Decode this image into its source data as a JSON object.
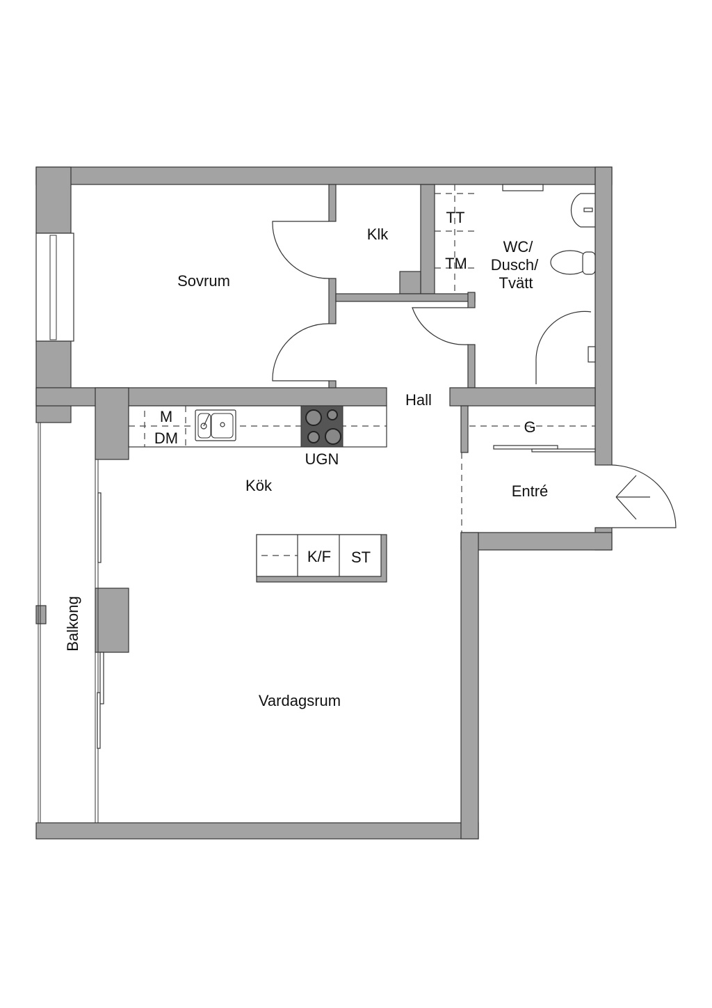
{
  "rooms": {
    "sovrum": "Sovrum",
    "klk": "Klk",
    "tt": "TT",
    "tm": "TM",
    "wc_line1": "WC/",
    "wc_line2": "Dusch/",
    "wc_line3": "Tvätt",
    "hall": "Hall",
    "m": "M",
    "dm": "DM",
    "ugn": "UGN",
    "kok": "Kök",
    "g": "G",
    "entre": "Entré",
    "kf": "K/F",
    "st": "ST",
    "balkong": "Balkong",
    "vardagsrum": "Vardagsrum"
  },
  "colors": {
    "wall": "#a3a3a3",
    "stove": "#555555"
  }
}
